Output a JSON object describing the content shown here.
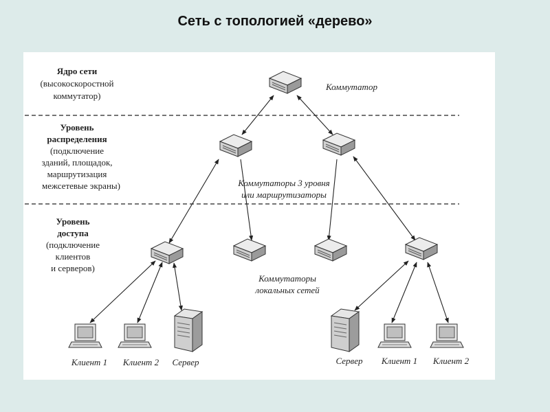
{
  "title": "Сеть с топологией «дерево»",
  "levels": {
    "core": {
      "title": "Ядро сети",
      "desc": [
        "(высокоскоростной",
        "коммутатор)"
      ]
    },
    "distribution": {
      "title": [
        "Уровень",
        "распределения"
      ],
      "desc": [
        "(подключение",
        "зданий, площадок,",
        "маршрутизация",
        "межсетевые экраны)"
      ]
    },
    "access": {
      "title": [
        "Уровень",
        "доступа"
      ],
      "desc": [
        "(подключение",
        "клиентов",
        "и серверов)"
      ]
    }
  },
  "labels": {
    "core_switch": "Коммутатор",
    "l3": [
      "Коммутаторы 3 уровня",
      "или маршрутизаторы"
    ],
    "lan": [
      "Коммутаторы",
      "локальных сетей"
    ]
  },
  "devices_left": [
    "Клиент 1",
    "Клиент 2",
    "Сервер"
  ],
  "devices_right": [
    "Сервер",
    "Клиент 1",
    "Клиент 2"
  ]
}
